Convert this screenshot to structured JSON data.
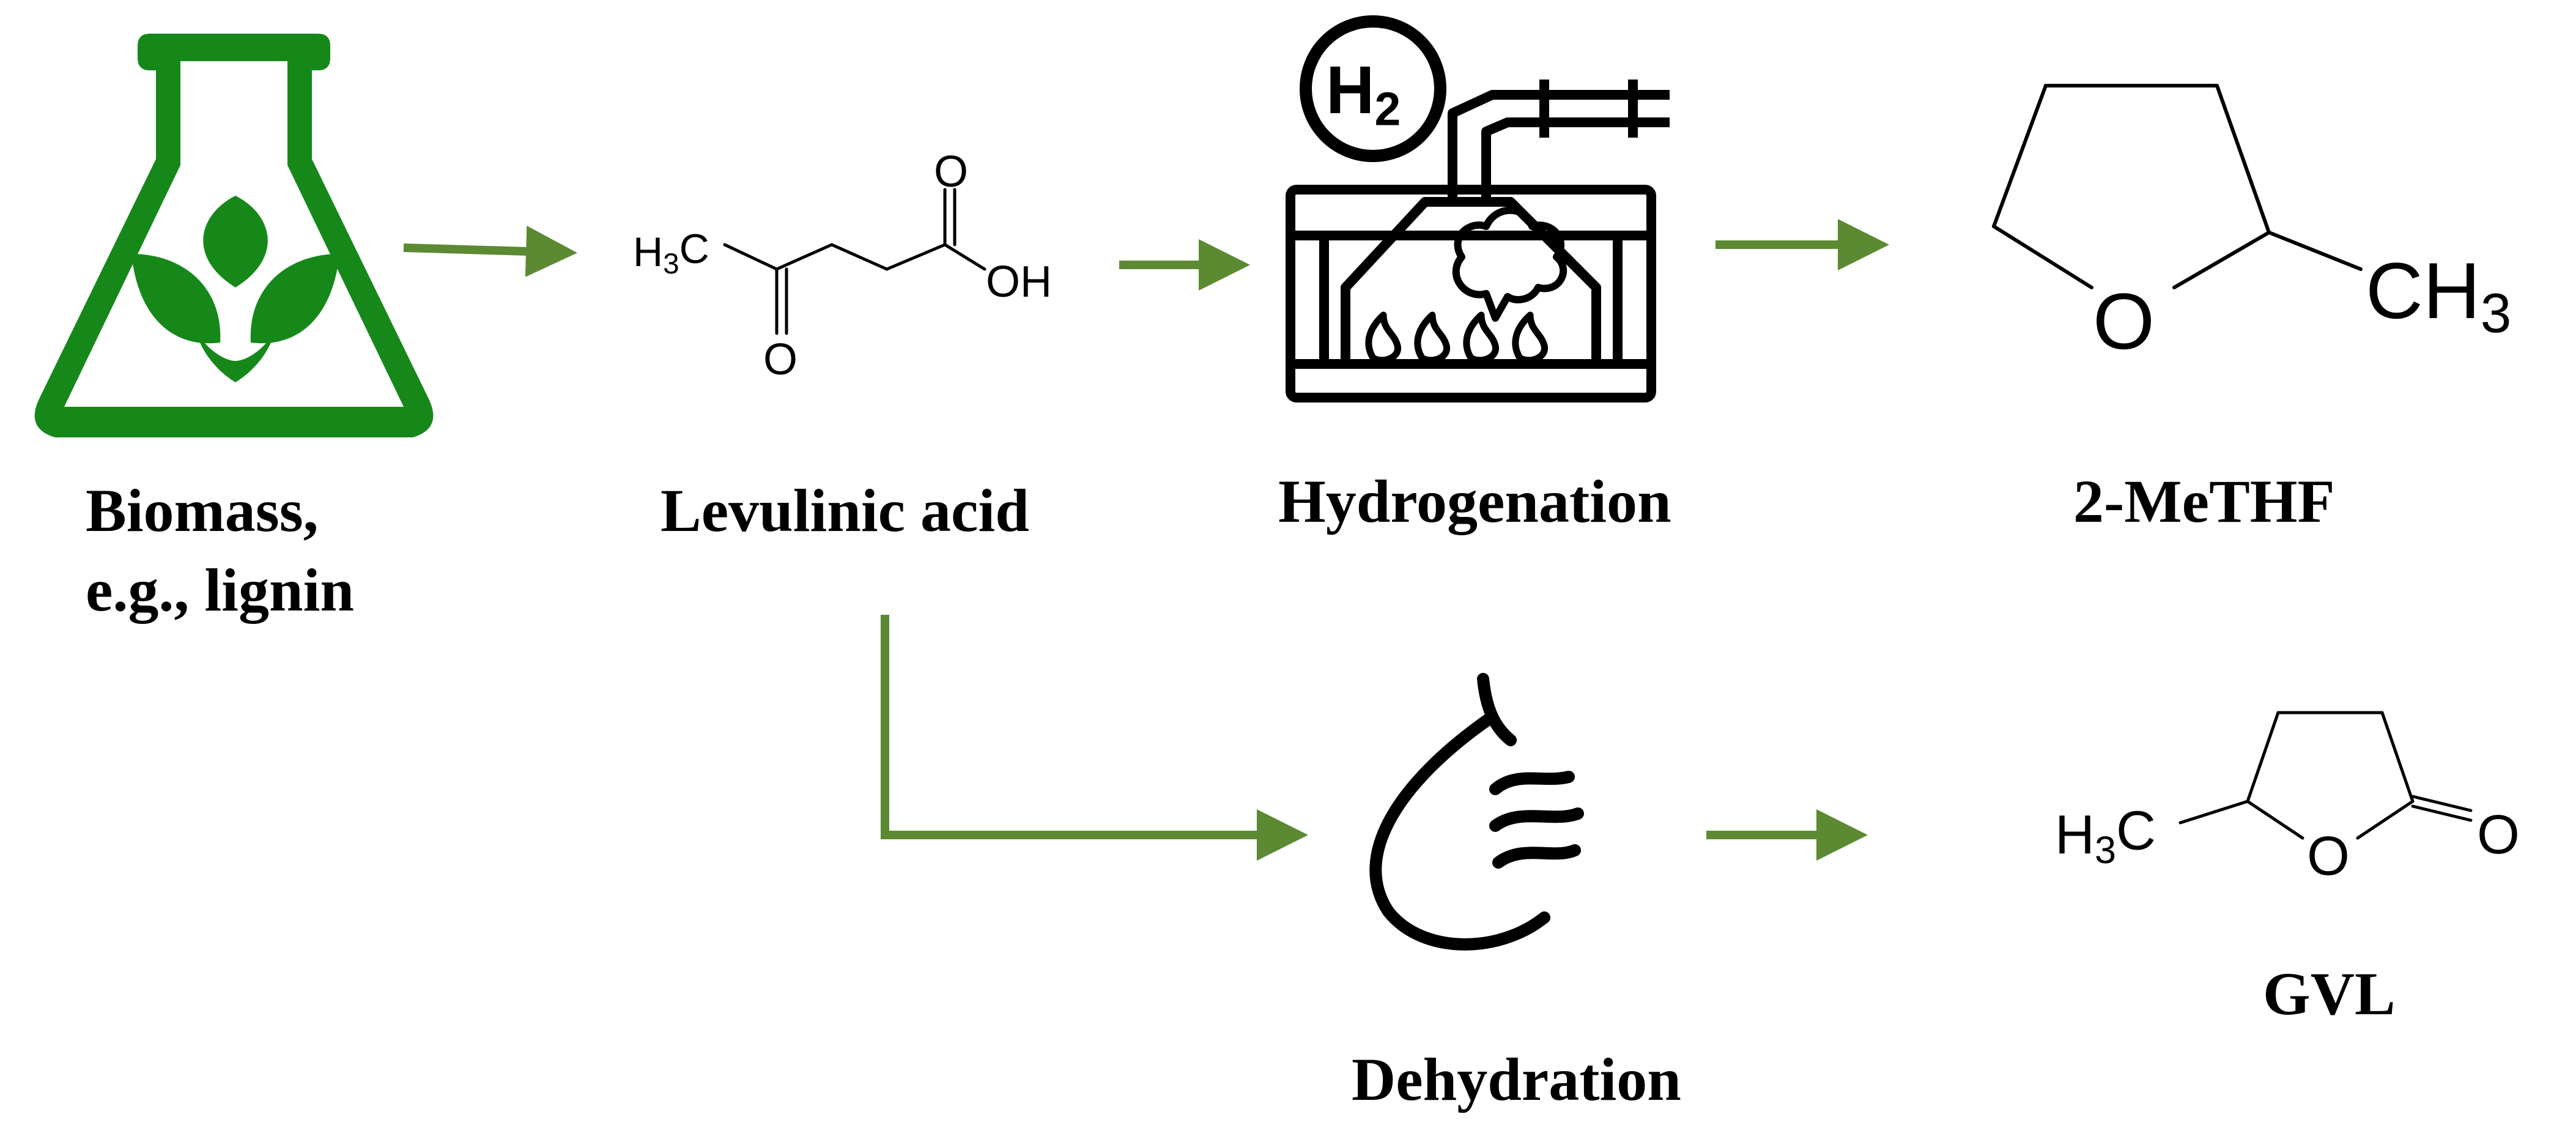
{
  "colors": {
    "arrow": "#5b8a32",
    "flask": "#16881a",
    "ink": "#000000"
  },
  "nodes": {
    "biomass": {
      "line1": "Biomass,",
      "line2": "e.g., lignin",
      "icon": "flask-leaves-icon"
    },
    "levulinic": {
      "label": "Levulinic acid",
      "icon": "levulinic-acid-structure"
    },
    "hydrogenation": {
      "label": "Hydrogenation",
      "icon": "hydrogenation-reactor-icon",
      "badge": "H2"
    },
    "methf": {
      "label": "2-MeTHF",
      "icon": "2-methf-structure"
    },
    "dehydration": {
      "label": "Dehydration",
      "icon": "water-drop-icon"
    },
    "gvl": {
      "label": "GVL",
      "icon": "gvl-structure"
    }
  },
  "chem": {
    "levulinic": {
      "methyl": "H3C",
      "carbonyl_o": "O",
      "acid_o": "O",
      "hydroxyl": "OH"
    },
    "methf": {
      "ring_o": "O",
      "methyl": "CH3"
    },
    "gvl": {
      "methyl": "H3C",
      "ring_o": "O",
      "carbonyl_o": "O"
    }
  },
  "edges": [
    {
      "from": "biomass",
      "to": "levulinic"
    },
    {
      "from": "levulinic",
      "to": "hydrogenation"
    },
    {
      "from": "hydrogenation",
      "to": "methf"
    },
    {
      "from": "levulinic",
      "to": "dehydration"
    },
    {
      "from": "dehydration",
      "to": "gvl"
    }
  ]
}
